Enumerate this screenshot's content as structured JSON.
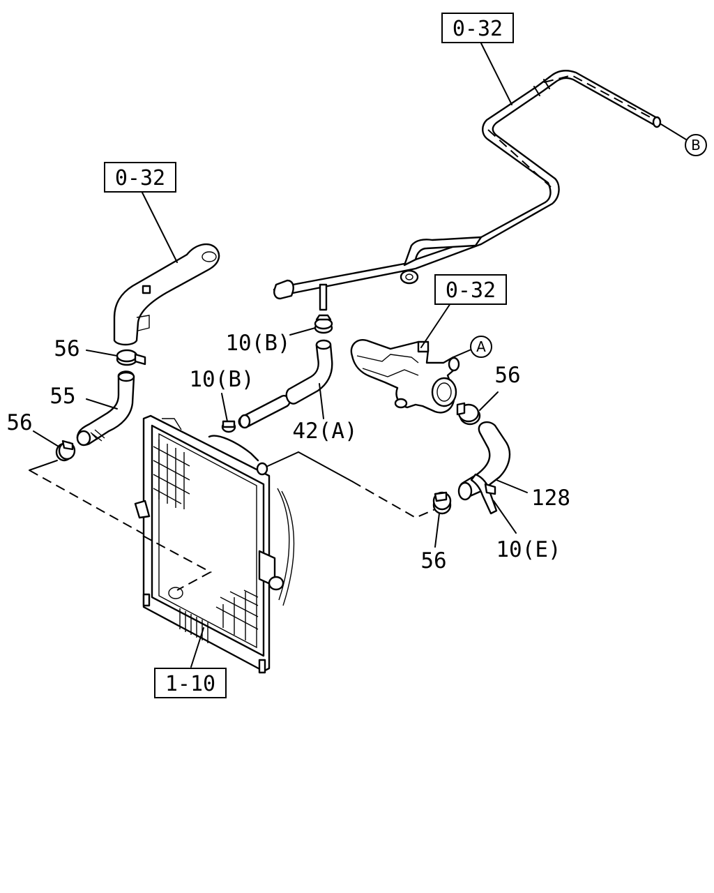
{
  "callouts": {
    "ref_top": "0-32",
    "ref_left": "0-32",
    "ref_mid": "0-32",
    "ref_radiator": "1-10",
    "clamp_56_top": "56",
    "hose_55": "55",
    "clamp_56_left": "56",
    "clamp_10b_upper": "10(B)",
    "clamp_10b_lower": "10(B)",
    "hose_42a": "42(A)",
    "clamp_56_right": "56",
    "hose_128": "128",
    "clamp_10e": "10(E)",
    "clamp_56_bottom": "56"
  },
  "connectors": {
    "a": "A",
    "b": "B"
  }
}
